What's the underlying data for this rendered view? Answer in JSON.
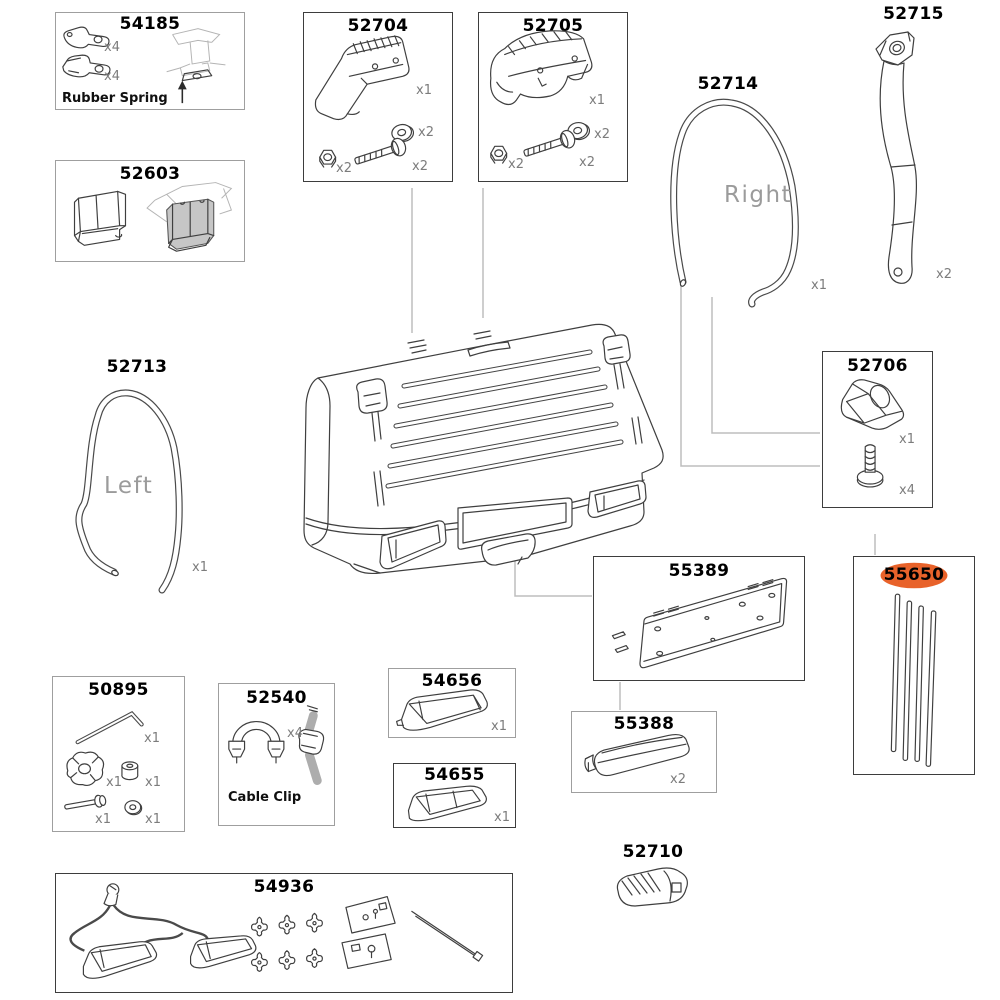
{
  "parts": {
    "54185": {
      "number": "54185",
      "caption": "Rubber Spring",
      "qty_lever_a": "x4",
      "qty_lever_b": "x4"
    },
    "52603": {
      "number": "52603"
    },
    "52704": {
      "number": "52704",
      "qty_housing": "x1",
      "qty_washer": "x2",
      "qty_nut": "x2",
      "qty_bolt": "x2"
    },
    "52705": {
      "number": "52705",
      "qty_cover": "x1",
      "qty_washer": "x2",
      "qty_nut": "x2",
      "qty_bolt": "x2"
    },
    "52714": {
      "number": "52714",
      "label": "Right",
      "qty": "x1"
    },
    "52715": {
      "number": "52715",
      "qty": "x2"
    },
    "52713": {
      "number": "52713",
      "label": "Left",
      "qty": "x1"
    },
    "52706": {
      "number": "52706",
      "qty_bracket": "x1",
      "qty_screw": "x4"
    },
    "55389": {
      "number": "55389"
    },
    "55650": {
      "number": "55650",
      "highlight_color": "#e8622a"
    },
    "50895": {
      "number": "50895",
      "qty_allen_key": "x1",
      "qty_knob": "x1",
      "qty_spacer": "x1",
      "qty_bolt": "x1",
      "qty_washer": "x1"
    },
    "52540": {
      "number": "52540",
      "caption": "Cable Clip",
      "qty": "x4"
    },
    "54656": {
      "number": "54656",
      "qty": "x1"
    },
    "54655": {
      "number": "54655",
      "qty": "x1"
    },
    "55388": {
      "number": "55388",
      "qty": "x2"
    },
    "52710": {
      "number": "52710"
    },
    "54936": {
      "number": "54936"
    }
  }
}
